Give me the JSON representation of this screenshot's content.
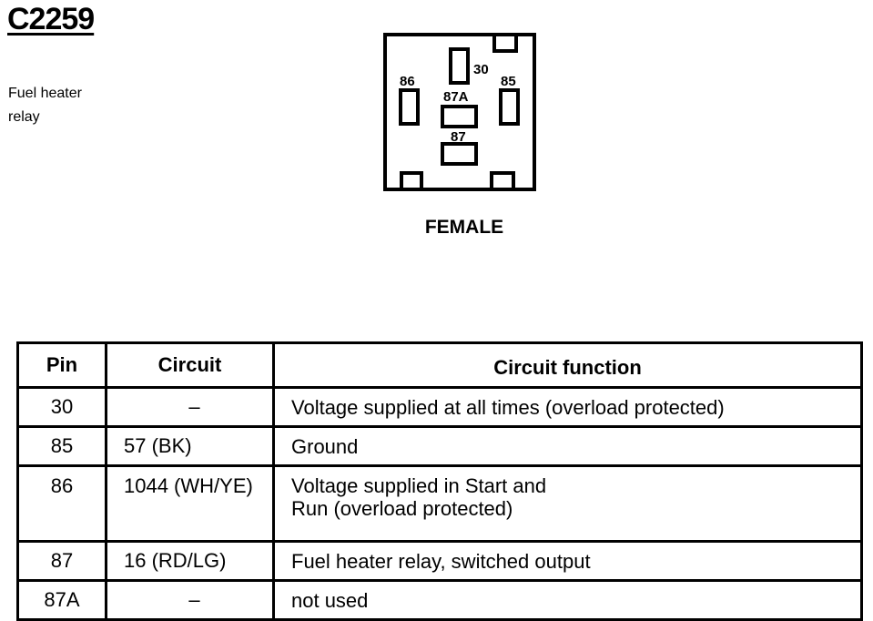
{
  "connector": {
    "id": "C2259",
    "description": "Fuel heater relay",
    "view": "FEMALE",
    "terminal_labels": [
      "30",
      "86",
      "87A",
      "85",
      "87"
    ]
  },
  "table": {
    "headers": [
      "Pin",
      "Circuit",
      "Circuit function"
    ],
    "rows": [
      {
        "pin": "30",
        "circuit": "–",
        "function": "Voltage supplied at all times (overload protected)"
      },
      {
        "pin": "85",
        "circuit": "57 (BK)",
        "function": "Ground"
      },
      {
        "pin": "86",
        "circuit": "1044 (WH/YE)",
        "function_line1": "Voltage supplied in Start and",
        "function_line2": "Run (overload protected)"
      },
      {
        "pin": "87",
        "circuit": "16 (RD/LG)",
        "function": "Fuel heater relay, switched output"
      },
      {
        "pin": "87A",
        "circuit": "–",
        "function": "not used"
      }
    ]
  }
}
